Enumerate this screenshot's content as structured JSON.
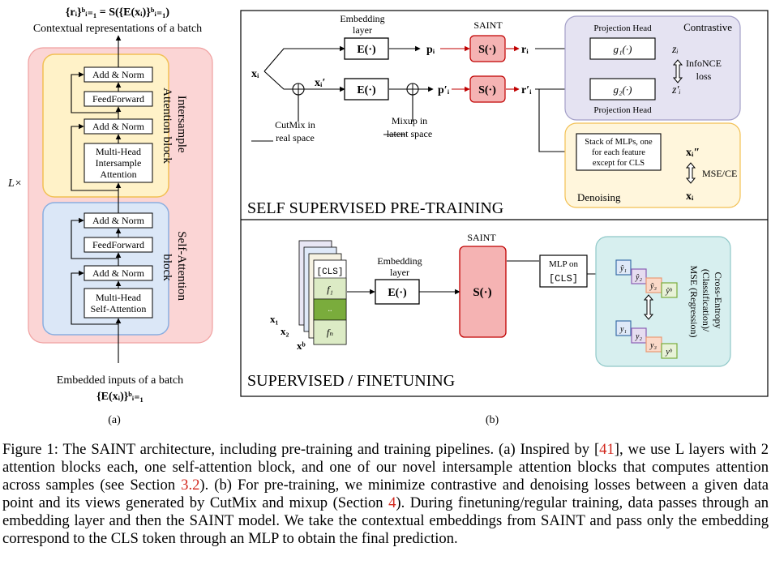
{
  "panel_a": {
    "top_formula": "{rᵢ}ᵇᵢ₌₁ = S({E(xᵢ)}ᵇᵢ₌₁)",
    "top_label": "Contextual representations of a batch",
    "bottom_label": "Embedded inputs of a batch",
    "bottom_formula": "{E(xᵢ)}ᵇᵢ₌₁",
    "repeat": "L×",
    "intersample_block": {
      "title_line1": "Intersample",
      "title_line2": "Attention block",
      "add_norm_top": "Add & Norm",
      "feedforward": "FeedForward",
      "add_norm_bottom": "Add & Norm",
      "attn_line1": "Multi-Head",
      "attn_line2": "Intersample",
      "attn_line3": "Attention"
    },
    "self_block": {
      "title_line1": "Self-Attention",
      "title_line2": "block",
      "add_norm_top": "Add & Norm",
      "feedforward": "FeedForward",
      "add_norm_bottom": "Add & Norm",
      "attn_line1": "Multi-Head",
      "attn_line2": "Self-Attention"
    },
    "sublabel": "(a)"
  },
  "panel_b": {
    "pretrain": {
      "title": "SELF SUPERVISED PRE-TRAINING",
      "x_i": "xᵢ",
      "x_i_prime": "xᵢ′",
      "embedding_layer_line1": "Embedding",
      "embedding_layer_line2": "layer",
      "E": "E(·)",
      "S": "S(·)",
      "saint": "SAINT",
      "p_i": "pᵢ",
      "p_i_prime": "p′ᵢ",
      "r_i": "rᵢ",
      "r_i_prime": "r′ᵢ",
      "cutmix_line1": "CutMix in",
      "cutmix_line2": "real space",
      "mixup_line1": "Mixup in",
      "mixup_line2": "latent space",
      "projection_head": "Projection Head",
      "contrastive": "Contrastive",
      "g1": "g₁(·)",
      "g2": "g₂(·)",
      "z_i": "zᵢ",
      "z_i_prime": "z′ᵢ",
      "infonce_line1": "InfoNCE",
      "infonce_line2": "loss",
      "mlp_stack_line1": "Stack of MLPs, one",
      "mlp_stack_line2": "for each feature",
      "mlp_stack_line3": "except for CLS",
      "x_dd": "xᵢ″",
      "mse_ce": "MSE/CE",
      "x_i_out": "xᵢ",
      "denoising": "Denoising"
    },
    "finetune": {
      "title": "SUPERVISED / FINETUNING",
      "saint": "SAINT",
      "embedding_layer_line1": "Embedding",
      "embedding_layer_line2": "layer",
      "E": "E(·)",
      "S": "S(·)",
      "cls": "[CLS]",
      "f1": "f₁",
      "dots": "..",
      "fn": "fₙ",
      "x1": "x₁",
      "x2": "x₂",
      "xb": "xᵇ",
      "mlp_on": "MLP on",
      "mlp_cls": "[CLS]",
      "y_hat": [
        "ŷ₁",
        "ŷ₂",
        "ŷ₃",
        "ŷᵇ"
      ],
      "y_true": [
        "y₁",
        "y₂",
        "y₃",
        "yᵇ"
      ],
      "loss_line1": "Cross-Entropy",
      "loss_line2": "(Classification)/",
      "loss_line3": "MSE (Regression)"
    },
    "sublabel": "(b)"
  },
  "caption": {
    "part1": "Figure 1: The SAINT architecture, including pre-training and training pipelines. (a) Inspired by [",
    "ref41": "41",
    "part2": "], we use L layers with 2 attention blocks each, one self-attention block, and one of our novel intersample attention blocks that computes attention across samples (see Section ",
    "ref32": "3.2",
    "part3": ").  (b) For pre-training, we minimize contrastive and denoising losses between a given data point and its views generated by CutMix and mixup (Section ",
    "ref4": "4",
    "part4": "). During finetuning/regular training, data passes through an embedding layer and then the SAINT model. We take the contextual embeddings from SAINT and pass only the embedding correspond to the CLS token through an MLP to obtain the final prediction."
  },
  "colors": {
    "outer_pink": "#fbd5d5",
    "intersample_yellow": "#fff2c8",
    "self_blue": "#dbe7f7",
    "saint_red": "#f5b3b3",
    "contrastive_lavender": "#e5e3f2",
    "denoising_cream": "#fff6dc",
    "output_teal": "#d7efef",
    "feature_green": "#7aac3c",
    "ref_red": "#d2281e"
  }
}
